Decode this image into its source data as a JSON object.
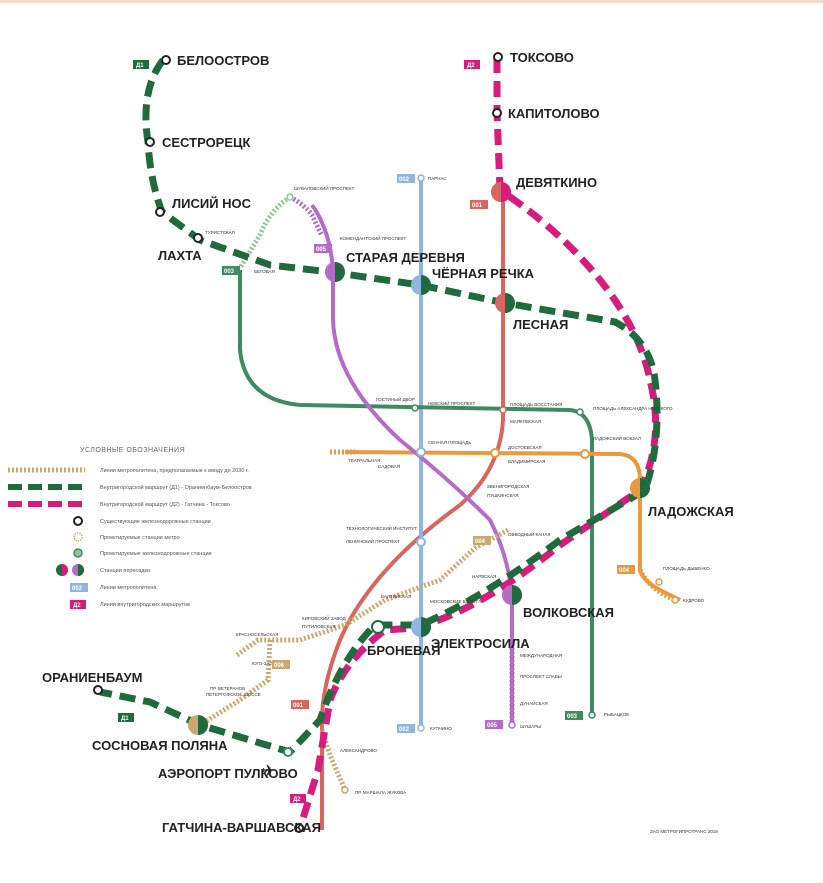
{
  "colors": {
    "green": "#1f6b3d",
    "magenta": "#d61c7c",
    "red": "#d9655e",
    "blue": "#8fb6e0",
    "purple": "#b46cc8",
    "teal": "#3f8a63",
    "orange": "#e89a3c",
    "tan": "#c9a96e"
  },
  "stations_major": [
    {
      "id": "beloostrov",
      "label": "БЕЛООСТРОВ"
    },
    {
      "id": "sestroretsk",
      "label": "СЕСТРОРЕЦК"
    },
    {
      "id": "lisiy-nos",
      "label": "ЛИСИЙ НОС"
    },
    {
      "id": "lakhta",
      "label": "ЛАХТА"
    },
    {
      "id": "staraya-derevnya",
      "label": "СТАРАЯ ДЕРЕВНЯ"
    },
    {
      "id": "chernaya-rechka",
      "label": "ЧЁРНАЯ РЕЧКА"
    },
    {
      "id": "lesnaya",
      "label": "ЛЕСНАЯ"
    },
    {
      "id": "toksovo",
      "label": "ТОКСОВО"
    },
    {
      "id": "kapitolovo",
      "label": "КАПИТОЛОВО"
    },
    {
      "id": "devyatkino",
      "label": "ДЕВЯТКИНО"
    },
    {
      "id": "ladozhskaya",
      "label": "ЛАДОЖСКАЯ"
    },
    {
      "id": "volkovskaya",
      "label": "ВОЛКОВСКАЯ"
    },
    {
      "id": "elektrosila",
      "label": "ЭЛЕКТРОСИЛА"
    },
    {
      "id": "bronevaya",
      "label": "БРОНЕВАЯ"
    },
    {
      "id": "oranienbaum",
      "label": "ОРАНИЕНБАУМ"
    },
    {
      "id": "sosnovaya-polyana",
      "label": "СОСНОВАЯ ПОЛЯНА"
    },
    {
      "id": "aeroport-pulkovo",
      "label": "АЭРОПОРТ ПУЛКОВО"
    },
    {
      "id": "gatchina",
      "label": "ГАТЧИНА-ВАРШАВСКАЯ"
    }
  ],
  "stations_minor": [
    {
      "label": "ТУРИСТСКАЯ"
    },
    {
      "label": "БЕГОВАЯ"
    },
    {
      "label": "ШУВАЛОВСКИЙ ПРОСПЕКТ"
    },
    {
      "label": "КОМЕНДАНТСКИЙ ПРОСПЕКТ"
    },
    {
      "label": "ПАРНАС"
    },
    {
      "label": "ГОСТИНЫЙ ДВОР"
    },
    {
      "label": "НЕВСКИЙ ПРОСПЕКТ"
    },
    {
      "label": "ПЛОЩАДЬ ВОССТАНИЯ"
    },
    {
      "label": "МАЯКОВСКАЯ"
    },
    {
      "label": "ПЛОЩАДЬ АЛЕКСАНДРА НЕВСКОГО"
    },
    {
      "label": "ТЕАТРАЛЬНАЯ"
    },
    {
      "label": "САДОВАЯ"
    },
    {
      "label": "СЕННАЯ ПЛОЩАДЬ"
    },
    {
      "label": "ДОСТОЕВСКАЯ"
    },
    {
      "label": "ВЛАДИМИРСКАЯ"
    },
    {
      "label": "ЗВЕНИГОРОДСКАЯ"
    },
    {
      "label": "ПУШКИНСКАЯ"
    },
    {
      "label": "ТЕХНОЛОГИЧЕСКИЙ ИНСТИТУТ"
    },
    {
      "label": "ОБВОДНЫЙ КАНАЛ"
    },
    {
      "label": "БАЛТИЙСКАЯ"
    },
    {
      "label": "НАРВСКАЯ"
    },
    {
      "label": "КИРОВСКИЙ ЗАВОД"
    },
    {
      "label": "ПУТИЛОВСКАЯ"
    },
    {
      "label": "ЮГО-ЗАПАДНАЯ"
    },
    {
      "label": "ПР. ВЕТЕРАНОВ"
    },
    {
      "label": "ЛЕНИНСКИЙ ПРОСПЕКТ"
    },
    {
      "label": "МОСКОВСКИЕ ВОРОТА"
    },
    {
      "label": "ЛАДОЖСКИЙ ВОКЗАЛ"
    },
    {
      "label": "ПЛОЩАДЬ ДЫБЕНКО"
    },
    {
      "label": "КУДРОВО"
    },
    {
      "label": "МЕЖДУНАРОДНАЯ"
    },
    {
      "label": "ПРОСПЕКТ СЛАВЫ"
    },
    {
      "label": "ДУНАЙСКАЯ"
    },
    {
      "label": "ШУШАРЫ"
    },
    {
      "label": "РЫБАЦКОЕ"
    },
    {
      "label": "КУПЧИНО"
    },
    {
      "label": "АЛЕКСАНДРОВО"
    },
    {
      "label": "ПР. МАРШАЛА ЖУКОВА"
    },
    {
      "label": "КРАСНОСЕЛЬСКАЯ"
    },
    {
      "label": "ПЕТЕРГОФСКОЕ ШОССЕ"
    }
  ],
  "line_tags": {
    "d1_top": "Д1",
    "d2_top": "Д2",
    "d1_bottom": "Д1",
    "d2_bottom": "Д2",
    "m1_top": "001",
    "m2_top": "002",
    "m2_bottom": "002",
    "m3_top": "003",
    "m3_bottom": "003",
    "m4": "004",
    "m5_top": "005",
    "m5_bottom": "005",
    "m6": "006",
    "m1_bottom": "001",
    "m7": "004"
  },
  "legend": {
    "title": "УСЛОВНЫЕ ОБОЗНАЧЕНИЯ",
    "items": [
      {
        "icon": "planned-metro-line-icon",
        "text": "Линии метрополитена, предполагаемые к вводу до 2030 г."
      },
      {
        "icon": "d1-route-icon",
        "text": "Внутригородской маршрут (Д1) - Ораниенбаум-Белоостров"
      },
      {
        "icon": "d2-route-icon",
        "text": "Внутригородской маршрут (Д2) - Гатчина - Токсово"
      },
      {
        "icon": "existing-railway-station-icon",
        "text": "Существующие железнодорожные станции"
      },
      {
        "icon": "planned-metro-station-icon",
        "text": "Проектируемые станции метро"
      },
      {
        "icon": "planned-railway-station-icon",
        "text": "Проектируемые железнодорожные станции"
      },
      {
        "icon": "transfer-station-icon",
        "text": "Станции пересадки"
      },
      {
        "icon": "metro-line-tag-icon",
        "text": "Линии метрополитена"
      },
      {
        "icon": "route-line-tag-icon",
        "text": "Линии внутригородских маршрутов"
      }
    ],
    "legend_tag_metro": "002",
    "legend_tag_route": "Д2"
  },
  "footer_note": "ЗАО МЕТРОГИПРОТРАНС 2019"
}
